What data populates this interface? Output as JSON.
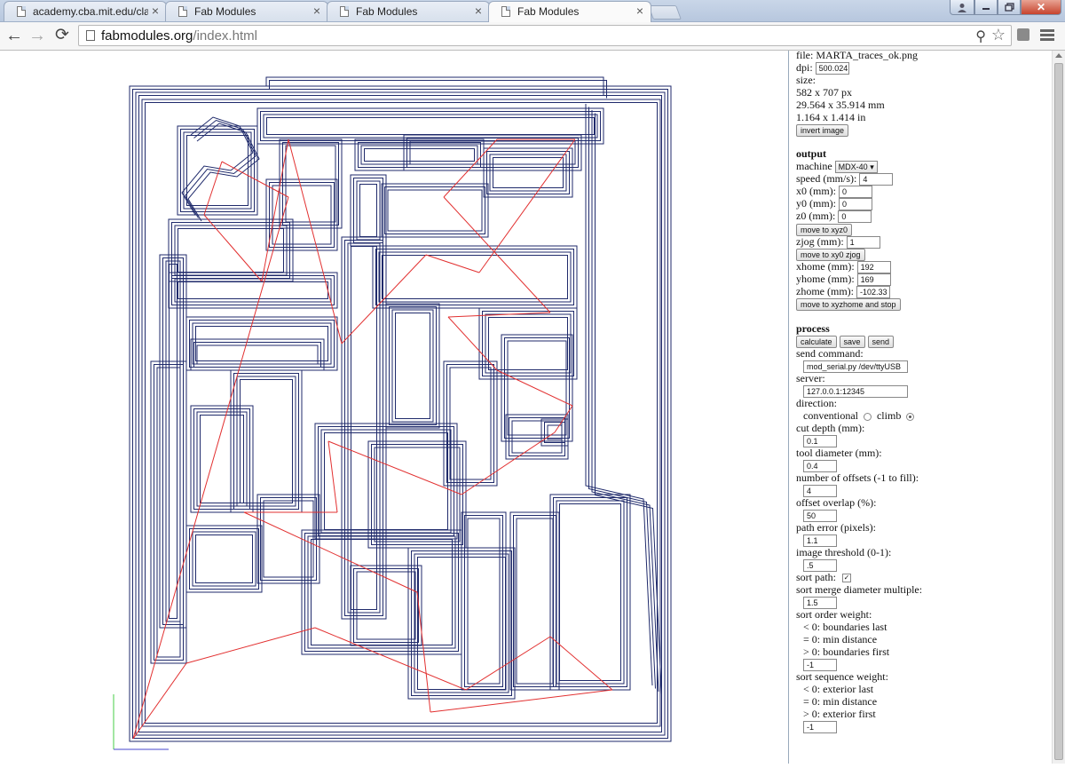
{
  "tabs": [
    {
      "title": "academy.cba.mit.edu/class"
    },
    {
      "title": "Fab Modules"
    },
    {
      "title": "Fab Modules"
    },
    {
      "title": "Fab Modules"
    }
  ],
  "url": {
    "host": "fabmodules.org",
    "path": "/index.html"
  },
  "panel": {
    "file": "file: MARTA_traces_ok.png",
    "dpi_label": "dpi:",
    "dpi_value": "500.024",
    "size_label": "size:",
    "size_px": "582 x 707 px",
    "size_mm": "29.564 x 35.914 mm",
    "size_in": "1.164 x 1.414 in",
    "invert_button": "invert image",
    "output_header": "output",
    "machine_label": "machine",
    "machine_value": "MDX-40",
    "speed_label": "speed (mm/s):",
    "speed_value": "4",
    "x0_label": "x0 (mm):",
    "x0_value": "0",
    "y0_label": "y0 (mm):",
    "y0_value": "0",
    "z0_label": "z0 (mm):",
    "z0_value": "0",
    "move_xyz0_button": "move to xyz0",
    "zjog_label": "zjog (mm):",
    "zjog_value": "1",
    "move_xy0_button": "move to xy0 zjog",
    "xhome_label": "xhome (mm):",
    "xhome_value": "192",
    "yhome_label": "yhome (mm):",
    "yhome_value": "169",
    "zhome_label": "zhome (mm):",
    "zhome_value": "-102.33",
    "move_home_button": "move to xyzhome and stop",
    "process_header": "process",
    "calculate_button": "calculate",
    "save_button": "save",
    "send_button": "send",
    "send_command_label": "send command:",
    "send_command_value": "mod_serial.py /dev/ttyUSB",
    "server_label": "server:",
    "server_value": "127.0.0.1:12345",
    "direction_label": "direction:",
    "conventional_label": "conventional",
    "climb_label": "climb",
    "cut_depth_label": "cut depth (mm):",
    "cut_depth_value": "0.1",
    "tool_diameter_label": "tool diameter (mm):",
    "tool_diameter_value": "0.4",
    "offsets_label": "number of offsets (-1 to fill):",
    "offsets_value": "4",
    "overlap_label": "offset overlap (%):",
    "overlap_value": "50",
    "path_error_label": "path error (pixels):",
    "path_error_value": "1.1",
    "threshold_label": "image threshold (0-1):",
    "threshold_value": ".5",
    "sort_path_label": "sort path:",
    "merge_label": "sort merge diameter multiple:",
    "merge_value": "1.5",
    "order_weight_label": "sort order weight:",
    "order_lt": "< 0: boundaries last",
    "order_eq": "= 0: min distance",
    "order_gt": "> 0: boundaries first",
    "order_value": "-1",
    "seq_weight_label": "sort sequence weight:",
    "seq_lt": "< 0: exterior last",
    "seq_eq": "= 0: min distance",
    "seq_gt": "> 0: exterior first",
    "seq_value": "-1"
  }
}
